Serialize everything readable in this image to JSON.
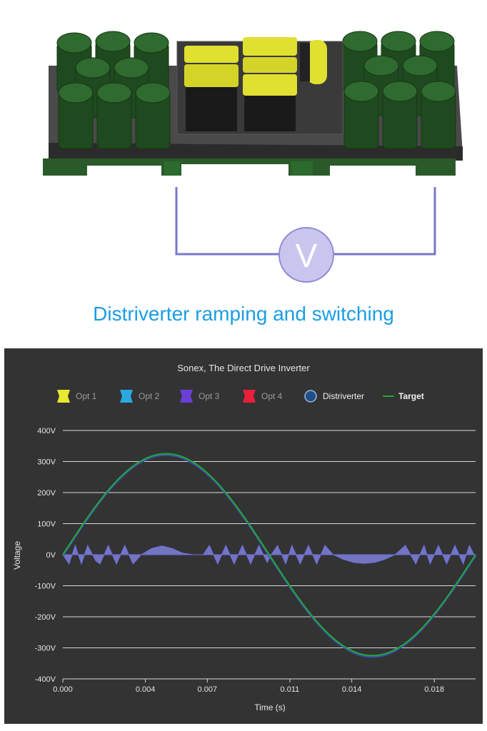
{
  "headline": "Distriverter ramping and switching",
  "meter": {
    "symbol": "V"
  },
  "colors": {
    "headline": "#1a9ee6",
    "panel_bg": "#333333",
    "target_line": "#22a83a",
    "distriverter_fill": "#8a8cf0",
    "capacitor": "#1f4a1f",
    "yellow_component": "#e0e030",
    "wire": "#7a78c8",
    "meter_fill": "#c9c6ee"
  },
  "chart_data": {
    "type": "line",
    "title": "Sonex, The Direct Drive Inverter",
    "xlabel": "Time (s)",
    "ylabel": "Voltage",
    "xlim": [
      0,
      0.02
    ],
    "ylim": [
      -400,
      400
    ],
    "x_ticks": [
      "0.000",
      "0.004",
      "0.007",
      "0.011",
      "0.014",
      "0.018"
    ],
    "x_tick_values": [
      0,
      0.004,
      0.007,
      0.011,
      0.014,
      0.018
    ],
    "y_ticks": [
      "400V",
      "300V",
      "200V",
      "100V",
      "0V",
      "-100V",
      "-200V",
      "-300V",
      "-400V"
    ],
    "y_tick_values": [
      400,
      300,
      200,
      100,
      0,
      -100,
      -200,
      -300,
      -400
    ],
    "grid": true,
    "legend_position": "top",
    "legend": [
      {
        "name": "Opt 1",
        "color": "#e8e830",
        "marker": "square",
        "active": false
      },
      {
        "name": "Opt 2",
        "color": "#29a9e0",
        "marker": "square",
        "active": false
      },
      {
        "name": "Opt 3",
        "color": "#6a3fd8",
        "marker": "square",
        "active": false
      },
      {
        "name": "Opt 4",
        "color": "#e8203a",
        "marker": "square",
        "active": false
      },
      {
        "name": "Distriverter",
        "color": "#1f4f8a",
        "marker": "circle",
        "active": true
      },
      {
        "name": "Target",
        "color": "#22a83a",
        "marker": "line",
        "active": true
      }
    ],
    "series": [
      {
        "name": "Target",
        "kind": "sine",
        "amplitude": 325,
        "frequency": 50,
        "color": "#22a83a"
      },
      {
        "name": "Distriverter",
        "kind": "error_area",
        "color": "#8a8cf0",
        "x": [
          0,
          0.0003,
          0.0006,
          0.0009,
          0.0012,
          0.0016,
          0.0018,
          0.0022,
          0.0026,
          0.003,
          0.0034,
          0.0038,
          0.0043,
          0.0048,
          0.0053,
          0.0058,
          0.0063,
          0.0068,
          0.0071,
          0.0075,
          0.0079,
          0.0083,
          0.0087,
          0.0091,
          0.0095,
          0.0099,
          0.0101,
          0.0104,
          0.0108,
          0.0111,
          0.0115,
          0.0119,
          0.0123,
          0.0127,
          0.0131,
          0.0136,
          0.0141,
          0.0146,
          0.0151,
          0.0156,
          0.0161,
          0.0166,
          0.0171,
          0.0175,
          0.0178,
          0.0182,
          0.0186,
          0.019,
          0.0194,
          0.0197,
          0.02
        ],
        "y": [
          0,
          -30,
          30,
          -30,
          30,
          -20,
          -30,
          30,
          -30,
          30,
          -30,
          0,
          20,
          28,
          20,
          5,
          0,
          0,
          30,
          -30,
          30,
          -30,
          30,
          -30,
          30,
          -25,
          0,
          30,
          -30,
          30,
          -30,
          30,
          -30,
          30,
          0,
          -15,
          -25,
          -28,
          -25,
          -15,
          0,
          30,
          -30,
          30,
          -30,
          30,
          -30,
          30,
          -30,
          30,
          -10
        ]
      }
    ]
  }
}
